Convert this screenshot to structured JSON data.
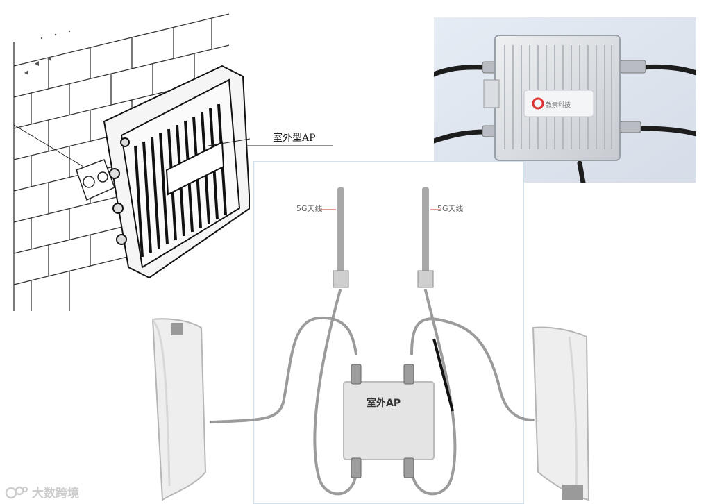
{
  "wall_drawing": {
    "device_label": "室外型AP"
  },
  "photo": {
    "brand": "敦崇科技"
  },
  "wiring": {
    "antenna_left_label": "5G天线",
    "antenna_right_label": "5G天线",
    "device_label": "室外AP"
  },
  "watermark": {
    "text": "大数跨境"
  }
}
